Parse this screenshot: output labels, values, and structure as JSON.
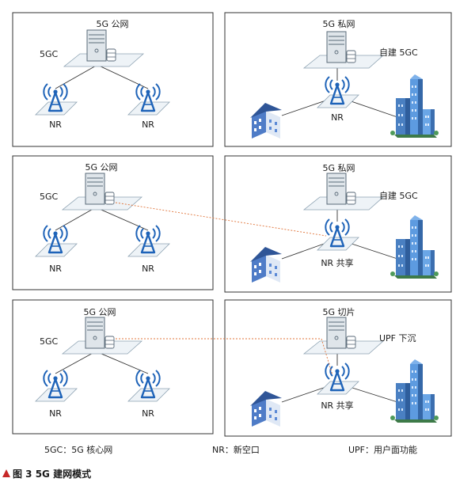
{
  "diagram": {
    "rows": [
      {
        "left": {
          "title": "5G 公网",
          "core": "5GC",
          "nr_left": "NR",
          "nr_right": "NR"
        },
        "right": {
          "title": "5G 私网",
          "core": "自建 5GC",
          "nr": "NR"
        }
      },
      {
        "left": {
          "title": "5G 公网",
          "core": "5GC",
          "nr_left": "NR",
          "nr_right": "NR"
        },
        "right": {
          "title": "5G 私网",
          "core": "自建 5GC",
          "nr": "NR 共享"
        }
      },
      {
        "left": {
          "title": "5G 公网",
          "core": "5GC",
          "nr_left": "NR",
          "nr_right": "NR"
        },
        "right": {
          "title": "5G 切片",
          "core": "UPF 下沉",
          "nr": "NR 共享"
        }
      }
    ],
    "legend": {
      "item1": "5GC：5G 核心网",
      "item2": "NR：新空口",
      "item3": "UPF：用户面功能"
    },
    "caption": "图 3  5G 建网模式",
    "colors": {
      "tower": "#1e63b8",
      "server": "#5a6a78",
      "building": "#3d68b0",
      "dashed_link": "#e0743a",
      "frame": "#333333",
      "caption_marker": "#c62828"
    },
    "icons": [
      "server-icon",
      "antenna-tower-icon",
      "house-icon",
      "city-building-icon"
    ]
  }
}
